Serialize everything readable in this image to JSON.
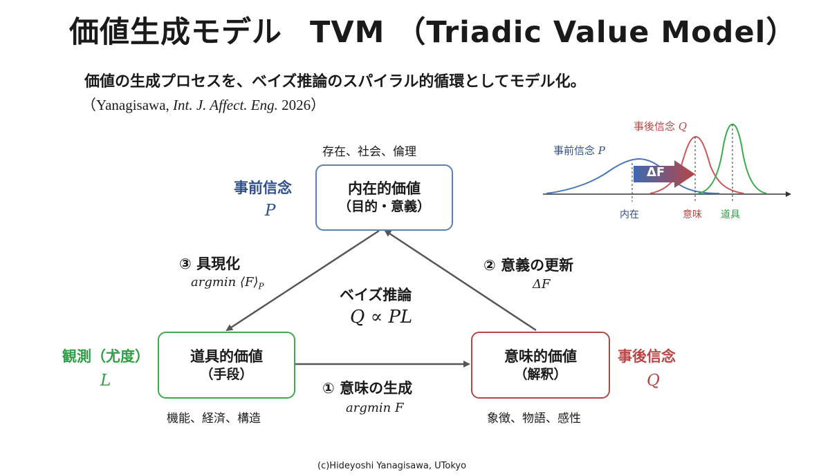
{
  "title": {
    "ja": "価値生成モデル",
    "en": "TVM （Triadic Value Model）"
  },
  "subtitle": "価値の生成プロセスを、ベイズ推論のスパイラル的循環としてモデル化。",
  "citation": {
    "open": "（Yanagisawa, ",
    "journal": "Int. J. Affect. Eng.",
    "close": " 2026）"
  },
  "nodes": {
    "intrinsic": {
      "label": "内在的価値",
      "sub": "（目的・意義）",
      "above": "存在、社会、倫理",
      "belief_label": "事前信念",
      "belief_var": "P"
    },
    "instrumental": {
      "label": "道具的価値",
      "sub": "（手段）",
      "below": "機能、経済、構造",
      "belief_label": "観測（尤度）",
      "belief_var": "L"
    },
    "meaning": {
      "label": "意味的価値",
      "sub": "（解釈）",
      "below": "象徴、物語、感性",
      "belief_label": "事後信念",
      "belief_var": "Q"
    }
  },
  "edges": {
    "e1": {
      "label": "① 意味の生成",
      "formula": "argmin F"
    },
    "e2": {
      "label": "② 意義の更新",
      "formula": "ΔF"
    },
    "e3": {
      "label": "③ 具現化",
      "formula": "argmin ⟨F⟩",
      "formula_sub": "P"
    }
  },
  "center": {
    "label": "ベイズ推論",
    "formula": "Q ∝ PL"
  },
  "inset": {
    "prior_label": "事前信念",
    "prior_var": "P",
    "posterior_label": "事後信念",
    "posterior_var": "Q",
    "delta": "ΔF",
    "ticks": [
      "内在",
      "意味",
      "道具"
    ]
  },
  "colors": {
    "blue": "#2f4f8a",
    "green": "#2f9e44",
    "red": "#b84545",
    "arrow": "#555555"
  },
  "footer": "(c)Hideyoshi Yanagisawa, UTokyo"
}
